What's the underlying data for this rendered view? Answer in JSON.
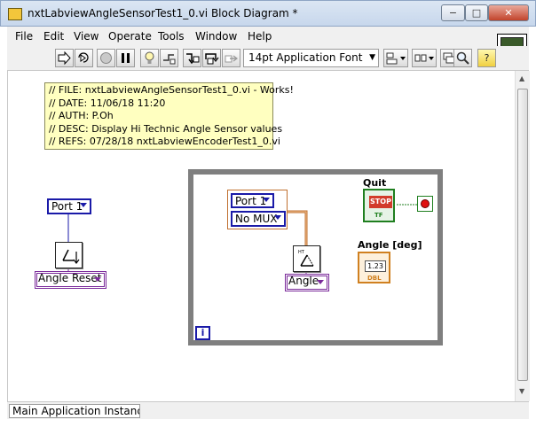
{
  "window": {
    "title": "nxtLabviewAngleSensorTest1_0.vi Block Diagram *",
    "min_glyph": "−",
    "max_glyph": "□",
    "close_glyph": "✕"
  },
  "menu": [
    "File",
    "Edit",
    "View",
    "Operate",
    "Tools",
    "Window",
    "Help"
  ],
  "toolbar": {
    "font_select": "14pt Application Font",
    "run_icon": "run-arrow-icon",
    "run_cont_icon": "run-continuously-icon",
    "abort_icon": "abort-icon",
    "pause_icon": "pause-icon",
    "highlight_icon": "highlight-execution-icon",
    "retain_icon": "retain-wire-values-icon",
    "step_into_icon": "step-into-icon",
    "step_over_icon": "step-over-icon",
    "step_out_icon": "step-out-icon",
    "align_icon": "align-objects-icon",
    "distribute_icon": "distribute-objects-icon",
    "reorder_icon": "reorder-icon",
    "search_icon": "search-icon",
    "help_icon": "context-help-icon",
    "help_glyph": "?"
  },
  "comment": [
    "// FILE: nxtLabviewAngleSensorTest1_0.vi - Works!",
    "// DATE: 11/06/18 11:20",
    "// AUTH: P.Oh",
    "// DESC: Display Hi Technic Angle Sensor values",
    "// REFS: 07/28/18 nxtLabviewEncoderTest1_0.vi"
  ],
  "outside": {
    "port_control": "Port 1",
    "ring_label": "Angle Reset"
  },
  "loop": {
    "port_control": "Port 1",
    "mux_control": "No MUX",
    "ring_label": "Angle",
    "iteration_glyph": "i",
    "quit_label": "Quit",
    "quit_button_text": "STOP",
    "quit_type": "TF",
    "angle_label": "Angle [deg]",
    "angle_value": "1.23",
    "angle_type": "DBL"
  },
  "statusbar": {
    "context": "Main Application Instance"
  },
  "colors": {
    "loop_border": "#7f7f7f",
    "control_blue": "#1a1aa8",
    "ring_purple": "#7a2a9a",
    "boolean_green": "#1f7f1f",
    "numeric_orange": "#d08020",
    "comment_yellow": "#ffffc0"
  }
}
